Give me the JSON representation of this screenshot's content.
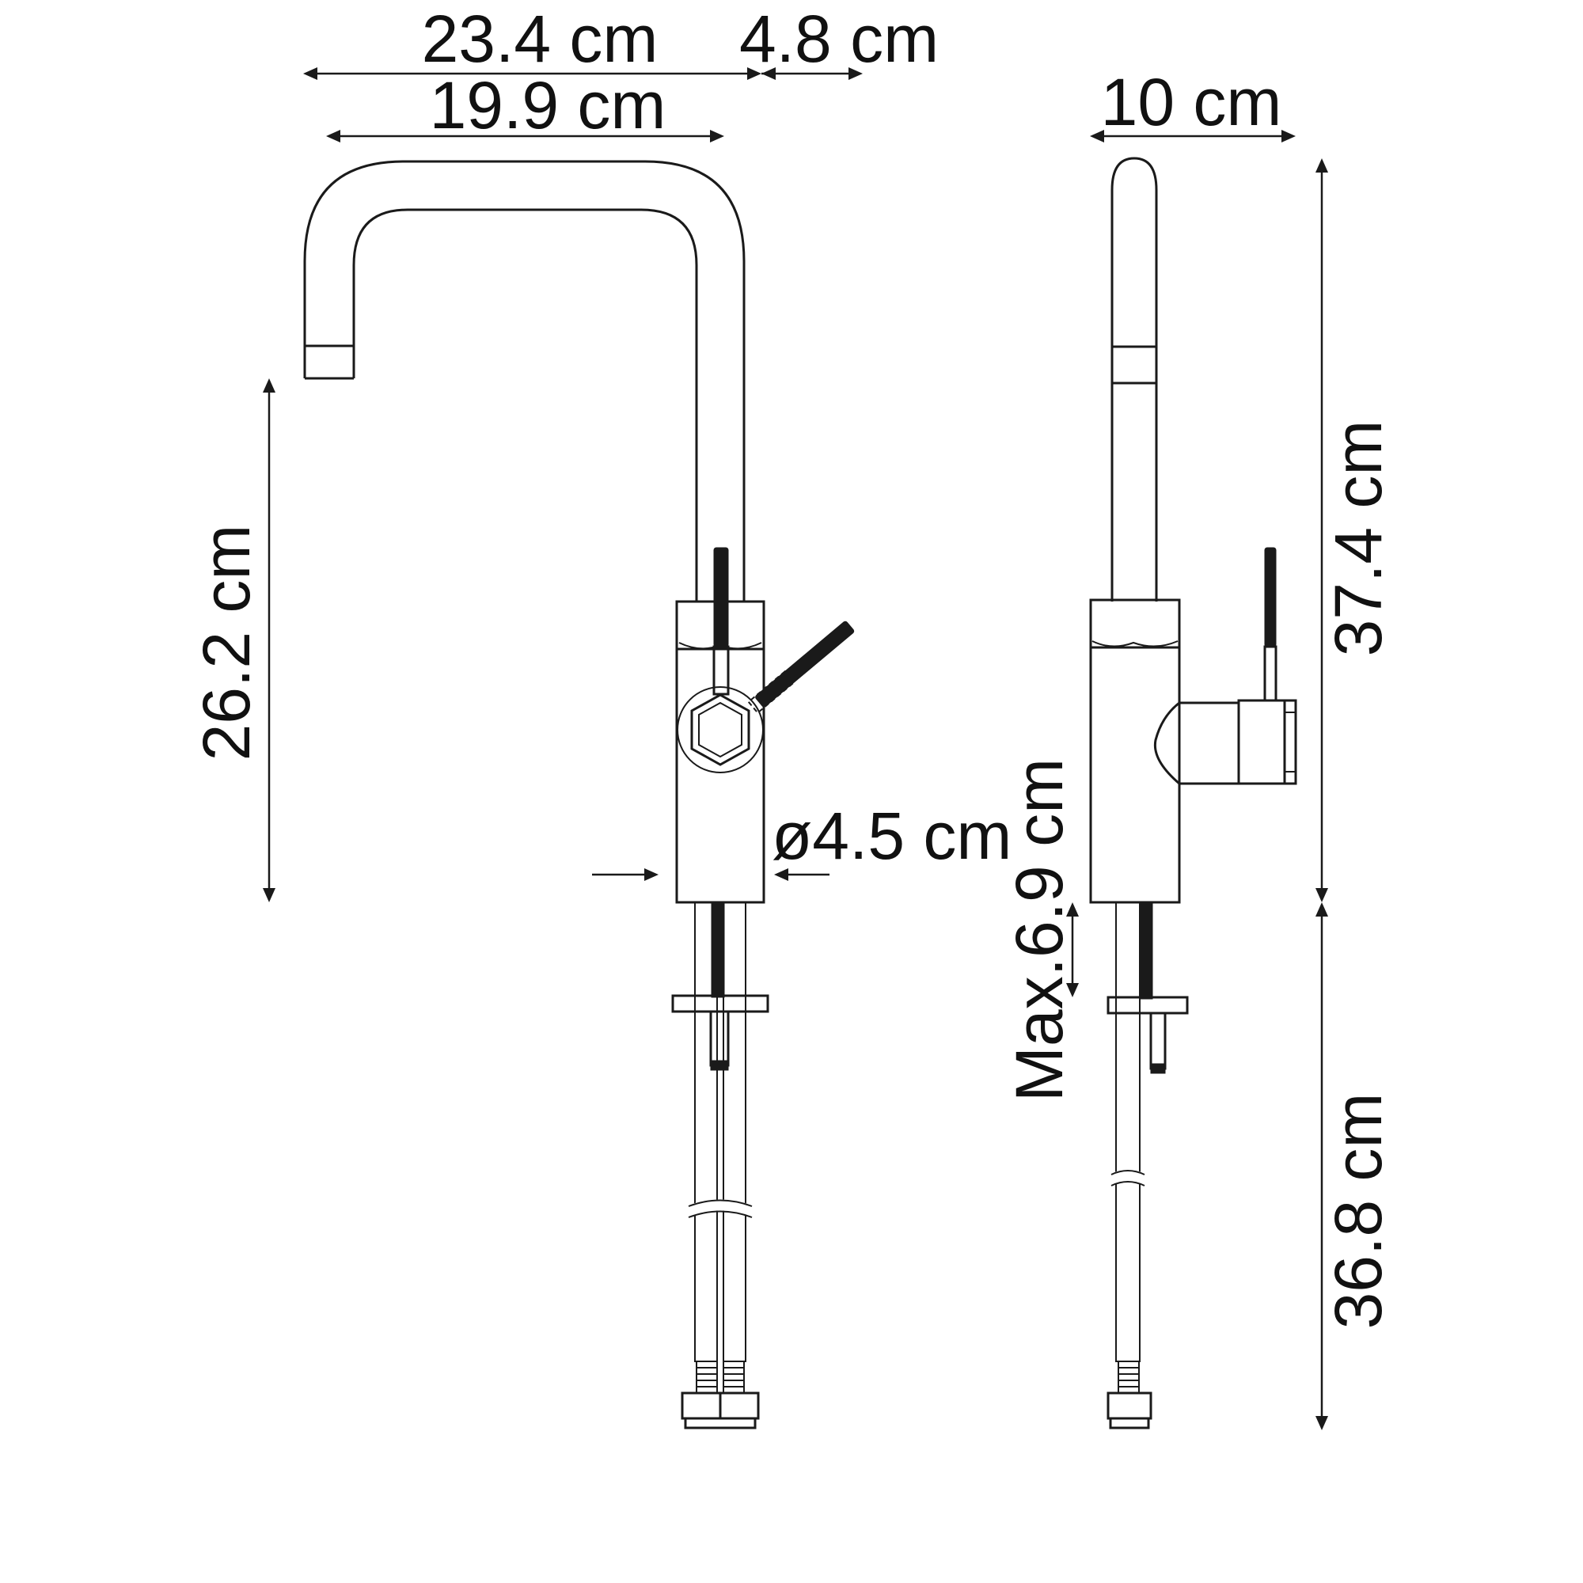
{
  "colors": {
    "line": "#1a1a1a",
    "background": "#ffffff",
    "braid": "#8a8a8a"
  },
  "front_view": {
    "dim_overall_reach": "23.4 cm",
    "dim_spout_tip": "4.8 cm",
    "dim_inner_reach": "19.9 cm",
    "dim_spout_height": "26.2 cm",
    "dim_body_diameter": "ø4.5 cm"
  },
  "side_view": {
    "dim_depth": "10 cm",
    "dim_total_height": "37.4 cm",
    "dim_max_counter": "Max.6.9 cm",
    "dim_hose_length": "36.8 cm"
  }
}
